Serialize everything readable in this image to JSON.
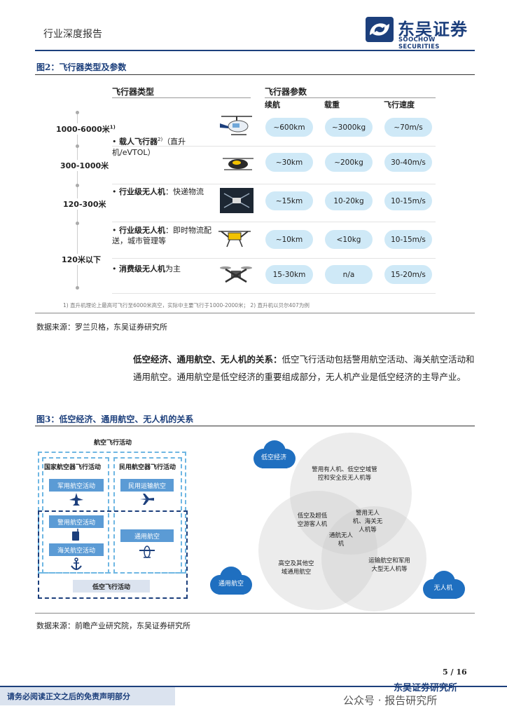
{
  "header": {
    "report_type": "行业深度报告",
    "logo_cn": "东吴证券",
    "logo_en": "SOOCHOW SECURITIES"
  },
  "figure2": {
    "title": "图2：飞行器类型及参数",
    "col_type": "飞行器类型",
    "col_params": "飞行器参数",
    "col_range": "续航",
    "col_load": "载重",
    "col_speed": "飞行速度",
    "altitudes": [
      "1000-6000米",
      "300-1000米",
      "120-300米",
      "120米以下"
    ],
    "altitude_sup": "1)",
    "types": [
      {
        "name": "载人飞行器",
        "sup": "2)",
        "rest": "（直升机/eVTOL）"
      },
      {
        "name": "行业级无人机",
        "rest": "：快递物流"
      },
      {
        "name": "行业级无人机",
        "rest": "：即时物流配送，城市管理等"
      },
      {
        "name": "消费级无人机",
        "rest": "为主"
      }
    ],
    "rows": [
      [
        "~600km",
        "~3000kg",
        "~70m/s"
      ],
      [
        "~30km",
        "~200kg",
        "30-40m/s"
      ],
      [
        "~15km",
        "10-20kg",
        "10-15m/s"
      ],
      [
        "~10km",
        "<10kg",
        "10-15m/s"
      ],
      [
        "15-30km",
        "n/a",
        "15-20m/s"
      ]
    ],
    "footnote": "1) 直升机理论上最高可飞行至6000米高空，实际中主要飞行于1000-2000米； 2) 直升机以贝尔407为例",
    "source": "数据来源：罗兰贝格，东吴证券研究所"
  },
  "paragraph": {
    "lead": "低空经济、通用航空、无人机的关系：",
    "body": "低空飞行活动包括警用航空活动、海关航空活动和通用航空。通用航空是低空经济的重要组成部分，无人机产业是低空经济的主导产业。"
  },
  "figure3": {
    "title": "图3：低空经济、通用航空、无人机的关系",
    "aviation_activity": "航空飞行活动",
    "state_aviation": "国家航空器飞行活动",
    "civil_aviation": "民用航空器飞行活动",
    "military": "军用航空活动",
    "civil_transport": "民用运输航空",
    "police": "警用航空活动",
    "general": "通用航空",
    "customs": "海关航空活动",
    "low_alt_activity": "低空飞行活动",
    "venn_low_econ": "低空经济",
    "venn_general": "通用航空",
    "venn_uav": "无人机",
    "venn_top": "警用有人机、低空空域管控和安全反无人机等",
    "venn_left_mid": "低空及超低空游客人机",
    "venn_right_mid": "警用无人机、海关无人机等",
    "venn_center": "通航无人机",
    "venn_bottom_left": "高空及其他空域通用航空",
    "venn_bottom_right": "运输航空和军用大型无人机等",
    "source": "数据来源：前瞻产业研究院，东吴证券研究所"
  },
  "footer": {
    "page": "5 / 16",
    "disclaimer": "请务必阅读正文之后的免责声明部分",
    "brand": "东吴证券研究所",
    "watermark": "公众号 · 报告研究所"
  }
}
